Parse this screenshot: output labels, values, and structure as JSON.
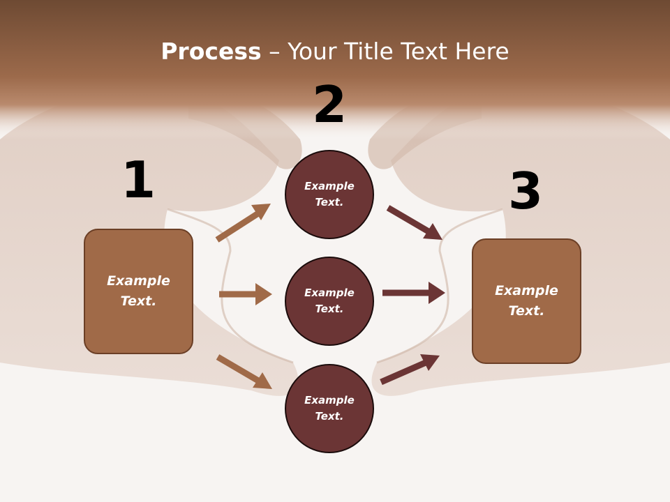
{
  "slide": {
    "title_bold": "Process",
    "title_rest": " – Your Title Text Here",
    "steps": [
      "1",
      "2",
      "3"
    ],
    "box_left": "Example\nText.",
    "box_right": "Example\nText.",
    "circles": [
      "Example\nText.",
      "Example\nText.",
      "Example\nText."
    ],
    "colors": {
      "header_brown": "#8e5a3a",
      "box_fill": "#a06a48",
      "circle_fill": "#6b3535",
      "arrow_light": "#a06a48",
      "arrow_dark": "#6b3535"
    },
    "background_image": "heart-shaped-hands-photo"
  }
}
